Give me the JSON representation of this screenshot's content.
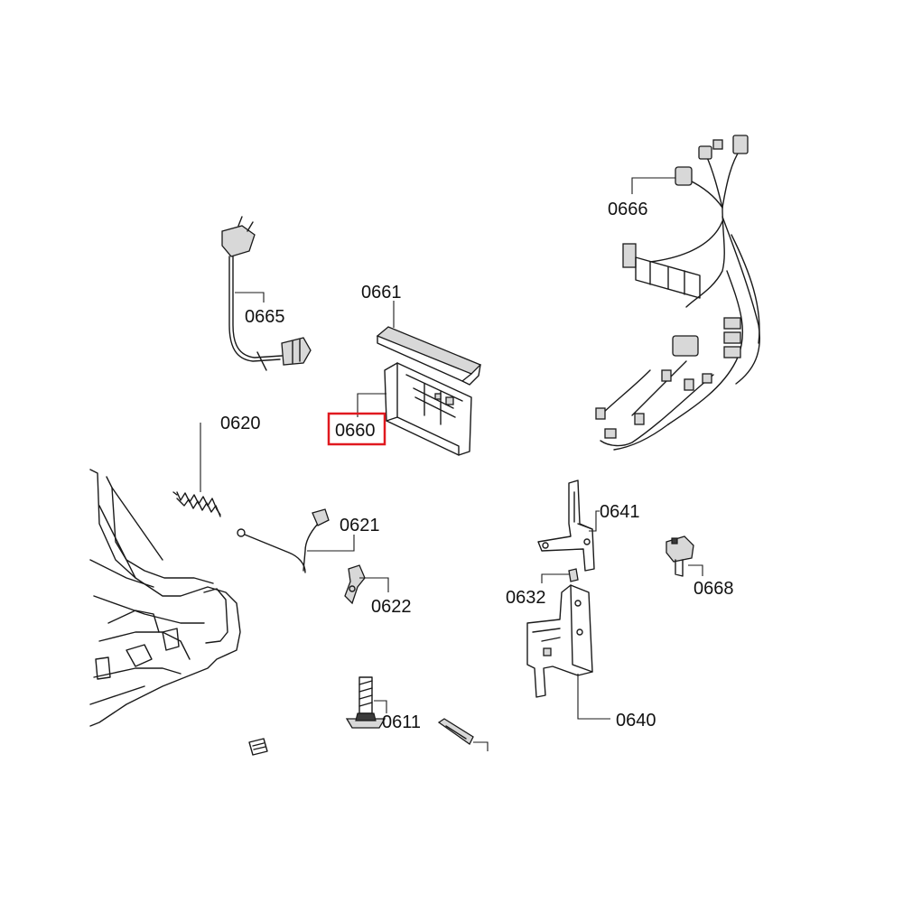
{
  "colors": {
    "highlight": "#e0191f",
    "line": "#1a1a1a"
  },
  "labels": {
    "p0666": "0666",
    "p0665": "0665",
    "p0661": "0661",
    "p0660": "0660",
    "p0620": "0620",
    "p0621": "0621",
    "p0622": "0622",
    "p0641": "0641",
    "p0632": "0632",
    "p0668": "0668",
    "p0611": "0611",
    "p0640": "0640"
  },
  "highlighted_part": "0660"
}
